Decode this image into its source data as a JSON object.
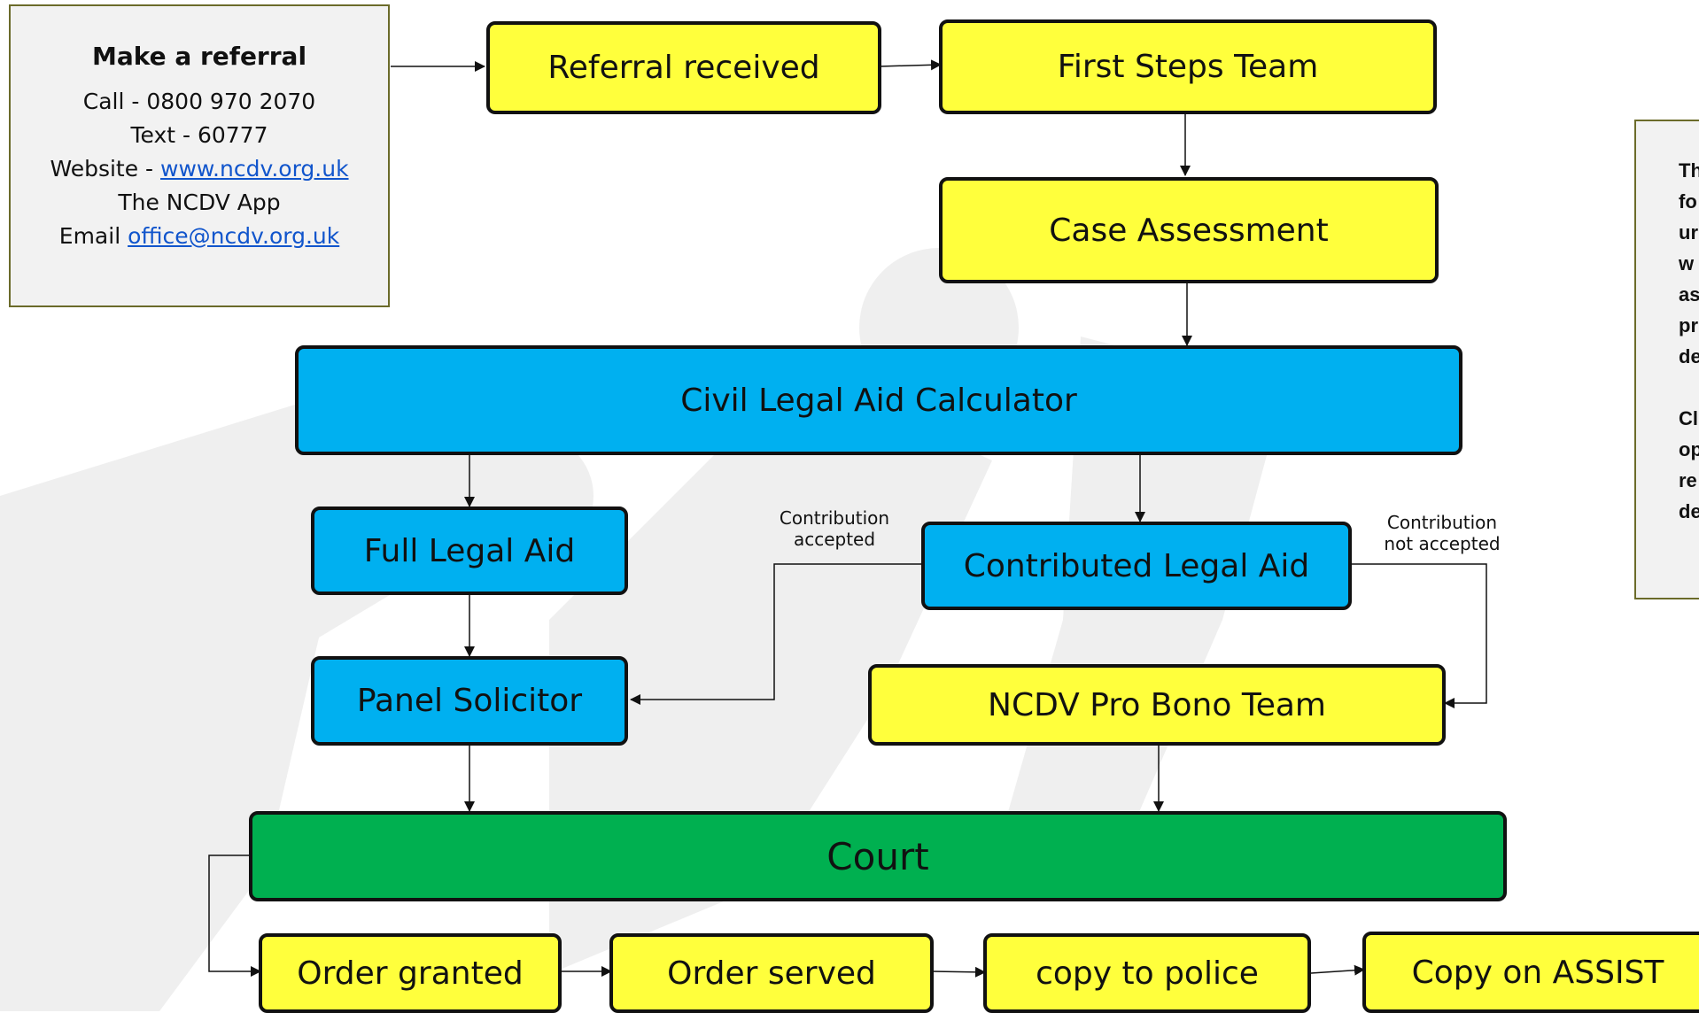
{
  "referral": {
    "title": "Make a referral",
    "call": "Call - 0800 970 2070",
    "text": "Text - 60777",
    "website_prefix": "Website - ",
    "website_link": "www.ncdv.org.uk",
    "app": "The NCDV App",
    "email_prefix": "Email ",
    "email_link": "office@ncdv.org.uk"
  },
  "nodes": {
    "referral_received": "Referral received",
    "first_steps": "First Steps Team",
    "case_assessment": "Case Assessment",
    "calculator": "Civil Legal Aid Calculator",
    "full_legal_aid": "Full Legal Aid",
    "contributed_legal_aid": "Contributed Legal Aid",
    "panel_solicitor": "Panel Solicitor",
    "pro_bono": "NCDV Pro Bono Team",
    "court": "Court",
    "order_granted": "Order granted",
    "order_served": "Order served",
    "copy_police": "copy to police",
    "copy_assist": "Copy on ASSIST"
  },
  "edge_labels": {
    "contribution_accepted_1": "Contribution",
    "contribution_accepted_2": "accepted",
    "contribution_not_accepted_1": "Contribution",
    "contribution_not_accepted_2": "not accepted"
  },
  "note": {
    "lines_a": [
      "Th",
      "fo",
      "ur",
      "w",
      "as",
      "pr",
      "de"
    ],
    "lines_b": [
      "Cl",
      "op",
      "re",
      "de"
    ]
  },
  "colors": {
    "yellow": "#ffff3c",
    "blue": "#00b0f0",
    "green": "#00b050",
    "watermark": "#eeeeee"
  }
}
